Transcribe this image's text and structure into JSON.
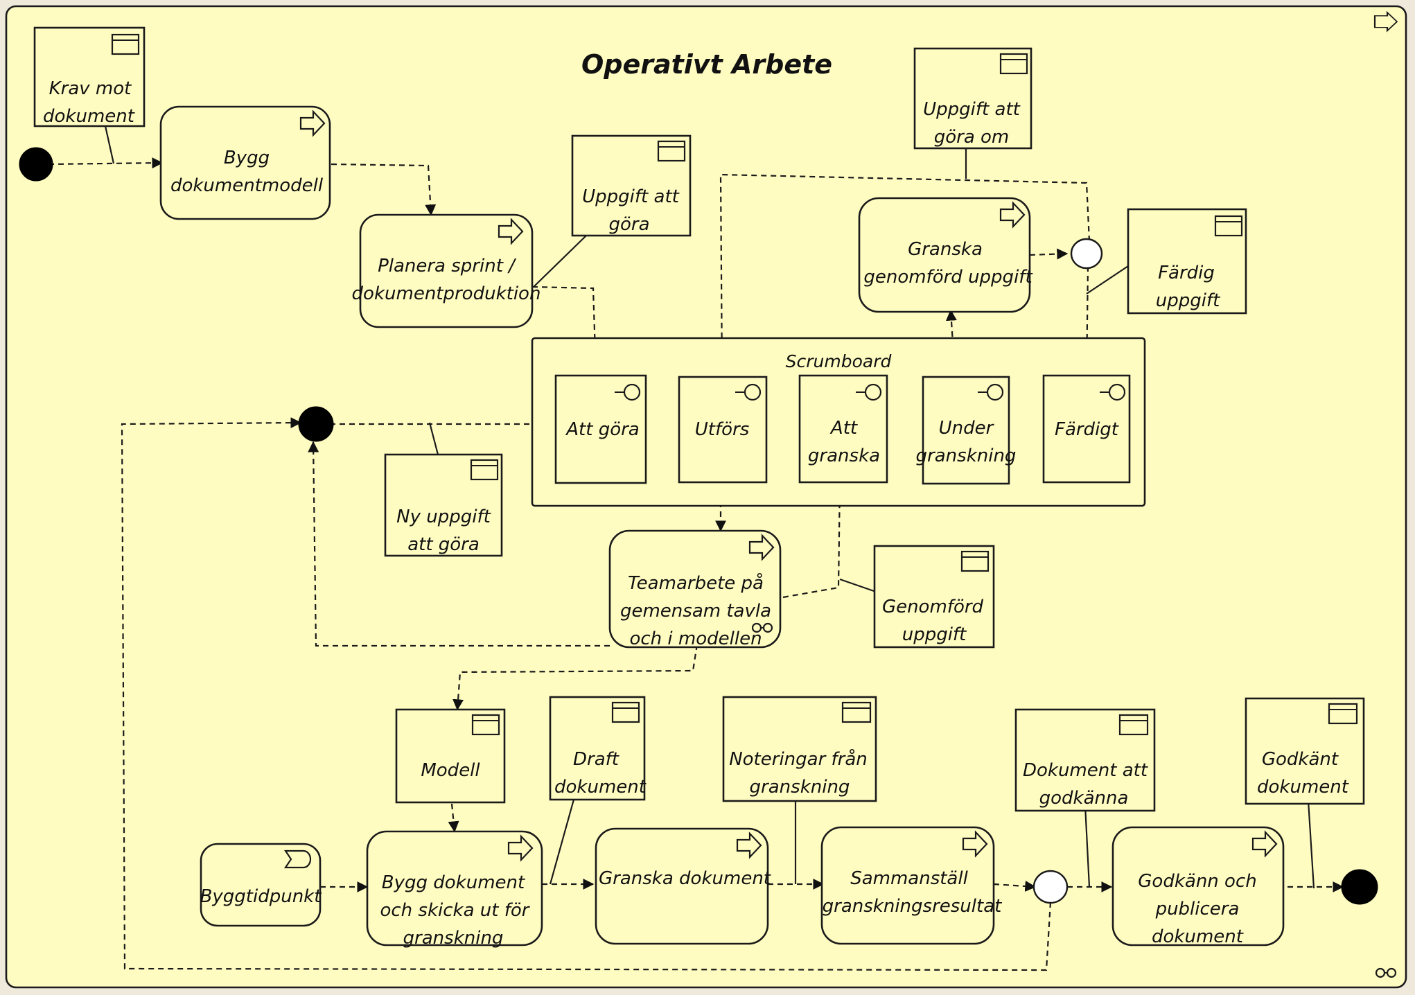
{
  "diagram": {
    "title": "Operativt Arbete",
    "activities": {
      "bygg_dokumentmodell": [
        "Bygg",
        "dokumentmodell"
      ],
      "planera_sprint": [
        "Planera sprint /",
        "dokumentproduktion"
      ],
      "granska_uppgift": [
        "Granska",
        "genomförd uppgift"
      ],
      "teamarbete": [
        "Teamarbete på",
        "gemensam tavla",
        "och i modellen"
      ],
      "bygg_dokument": [
        "Bygg dokument",
        "och skicka ut för",
        "granskning"
      ],
      "granska_dokument": [
        "Granska dokument"
      ],
      "sammanstall": [
        "Sammanställ",
        "granskningsresultat"
      ],
      "godkann": [
        "Godkänn och",
        "publicera",
        "dokument"
      ],
      "byggtidpunkt": [
        "Byggtidpunkt"
      ]
    },
    "data_objects": {
      "krav": [
        "Krav mot",
        "dokument"
      ],
      "uppgift_gora": [
        "Uppgift att",
        "göra"
      ],
      "uppgift_om": [
        "Uppgift att",
        "göra om"
      ],
      "fardig_uppgift": [
        "Färdig",
        "uppgift"
      ],
      "ny_uppgift": [
        "Ny uppgift",
        "att göra"
      ],
      "genomford_uppgift": [
        "Genomförd",
        "uppgift"
      ],
      "modell": [
        "Modell"
      ],
      "draft": [
        "Draft",
        "dokument"
      ],
      "noteringar": [
        "Noteringar från",
        "granskning"
      ],
      "dokument_godkanna": [
        "Dokument att",
        "godkänna"
      ],
      "godkant": [
        "Godkänt",
        "dokument"
      ]
    },
    "scrumboard": {
      "label": "Scrumboard",
      "columns": {
        "att_gora": [
          "Att göra"
        ],
        "utfors": [
          "Utförs"
        ],
        "att_granska": [
          "Att",
          "granska"
        ],
        "under_granskning": [
          "Under",
          "granskning"
        ],
        "fardigt": [
          "Färdigt"
        ]
      }
    }
  }
}
